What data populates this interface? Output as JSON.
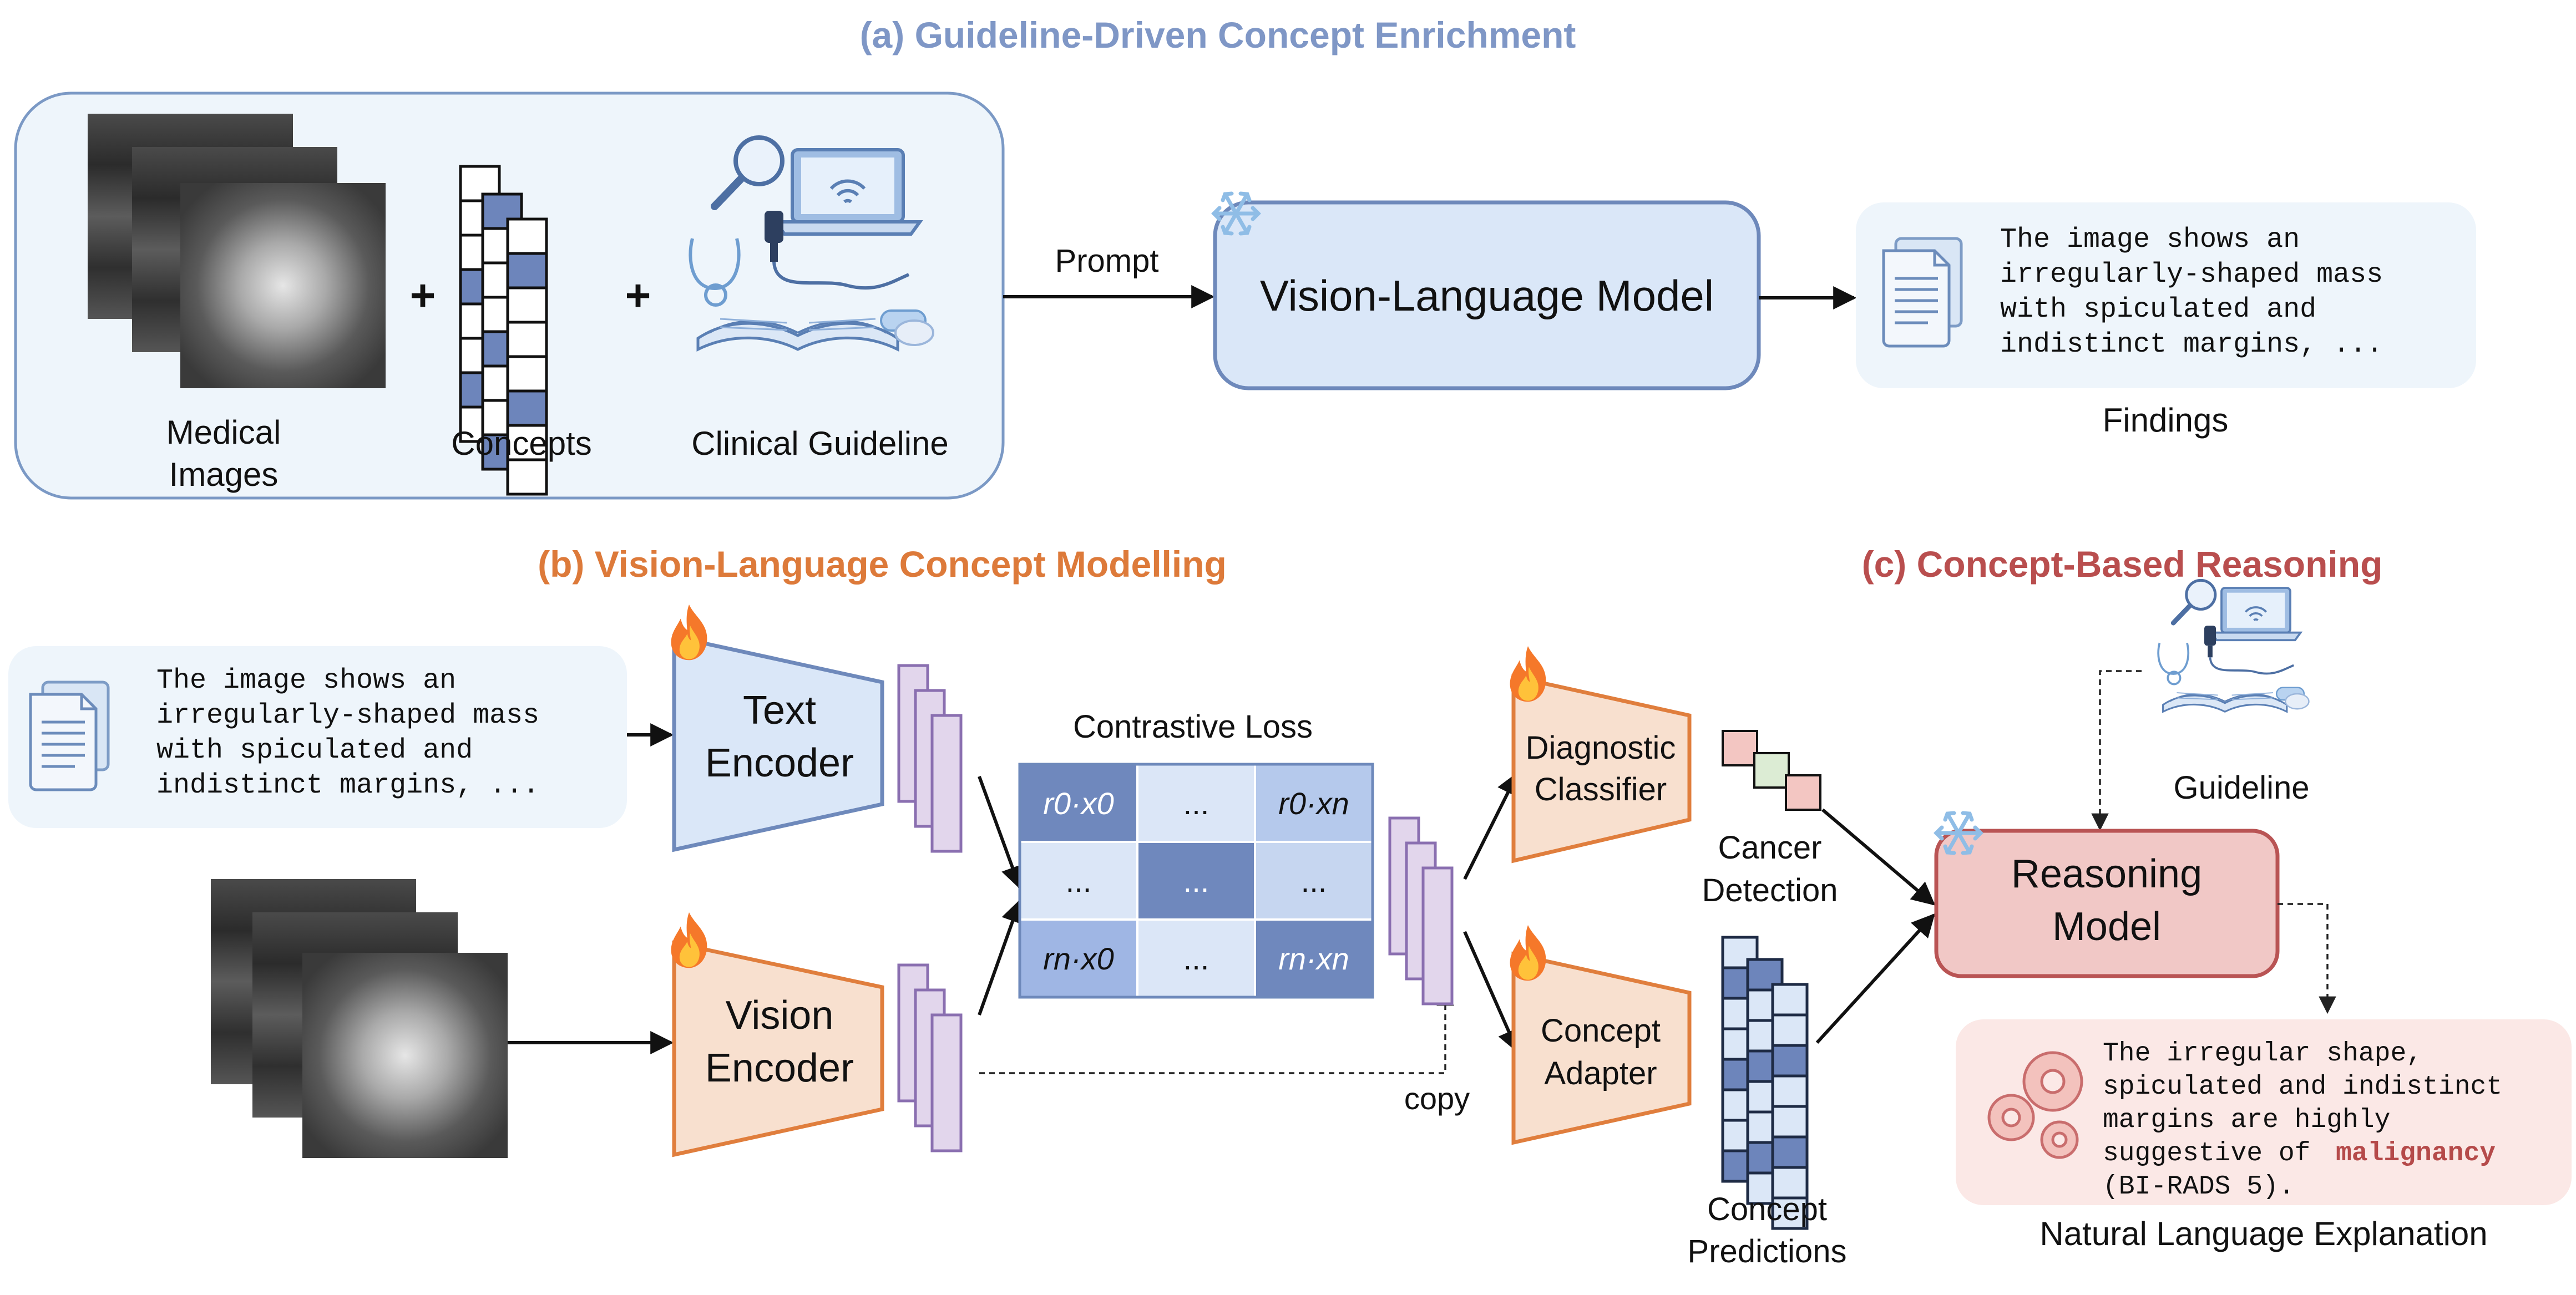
{
  "sections": {
    "a_title": "(a) Guideline-Driven Concept Enrichment",
    "b_title": "(b) Vision-Language Concept Modelling",
    "c_title": "(c) Concept-Based Reasoning"
  },
  "panel_a": {
    "medical_images_line1": "Medical",
    "medical_images_line2": "Images",
    "concepts": "Concepts",
    "clinical_guideline": "Clinical Guideline",
    "plus": "+",
    "prompt": "Prompt",
    "vlm": "Vision-Language Model",
    "findings_label": "Findings",
    "findings_lines": [
      "The image shows an",
      "irregularly-shaped mass",
      "with spiculated and",
      "indistinct margins, ..."
    ]
  },
  "panel_b": {
    "report_lines": [
      "The image shows an",
      "irregularly-shaped mass",
      "with spiculated and",
      "indistinct margins, ..."
    ],
    "text_encoder_line1": "Text",
    "text_encoder_line2": "Encoder",
    "vision_encoder_line1": "Vision",
    "vision_encoder_line2": "Encoder",
    "contrastive_loss": "Contrastive Loss",
    "matrix": [
      [
        "r0·x0",
        "...",
        "r0·xn"
      ],
      [
        "...",
        "...",
        "..."
      ],
      [
        "rn·x0",
        "...",
        "rn·xn"
      ]
    ],
    "copy": "copy"
  },
  "panel_c": {
    "diagnostic_line1": "Diagnostic",
    "diagnostic_line2": "Classifier",
    "concept_adapter_line1": "Concept",
    "concept_adapter_line2": "Adapter",
    "cancer_detection_line1": "Cancer",
    "cancer_detection_line2": "Detection",
    "concept_predictions_line1": "Concept",
    "concept_predictions_line2": "Predictions",
    "guideline": "Guideline",
    "reasoning_line1": "Reasoning",
    "reasoning_line2": "Model",
    "explanation_lines": [
      "The irregular shape,",
      "spiculated and indistinct",
      "margins are highly",
      "suggestive of",
      "(BI-RADS 5)."
    ],
    "explanation_highlight": "malignancy",
    "explanation_label": "Natural Language Explanation"
  },
  "colors": {
    "blue_title": "#7F97C6",
    "orange_title": "#DD7A3A",
    "red_title": "#B94E4E",
    "malignancy": "#B54A4A"
  }
}
